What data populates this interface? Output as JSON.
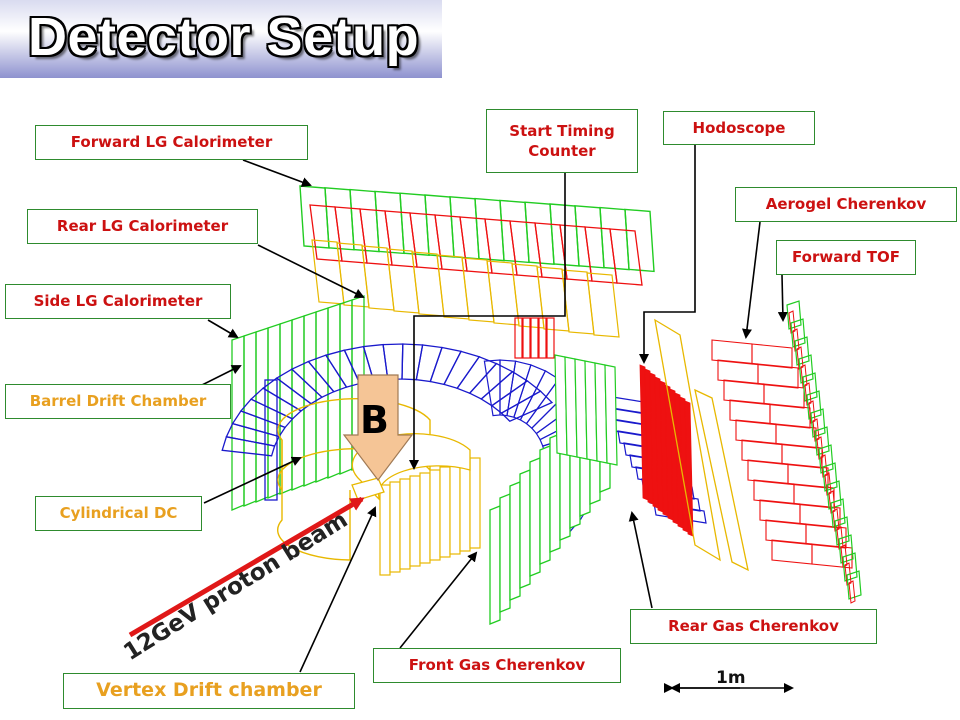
{
  "title": "Detector Setup",
  "labels": {
    "forward_lg": "Forward LG Calorimeter",
    "rear_lg": "Rear LG Calorimeter",
    "side_lg": "Side LG Calorimeter",
    "barrel_dc": "Barrel Drift Chamber",
    "cylindrical_dc": "Cylindrical DC",
    "vertex_dc": "Vertex Drift chamber",
    "start_timing": "Start Timing Counter",
    "hodoscope": "Hodoscope",
    "aerogel": "Aerogel Cherenkov",
    "forward_tof": "Forward TOF",
    "rear_gas": "Rear Gas Cherenkov",
    "front_gas": "Front Gas Cherenkov"
  },
  "beam_label": "12GeV proton beam",
  "field_label": "B",
  "scale_label": "1m",
  "colors": {
    "calorimeter": "#22cc22",
    "red_detector": "#ee1111",
    "drift_chamber": "#1a1acc",
    "yellow_detector": "#e8b800",
    "beam": "#e01818",
    "field_arrow": "#f5c596",
    "label_border": "#2e8b2e",
    "label_red": "#cc1111",
    "label_orange": "#e8a020"
  }
}
